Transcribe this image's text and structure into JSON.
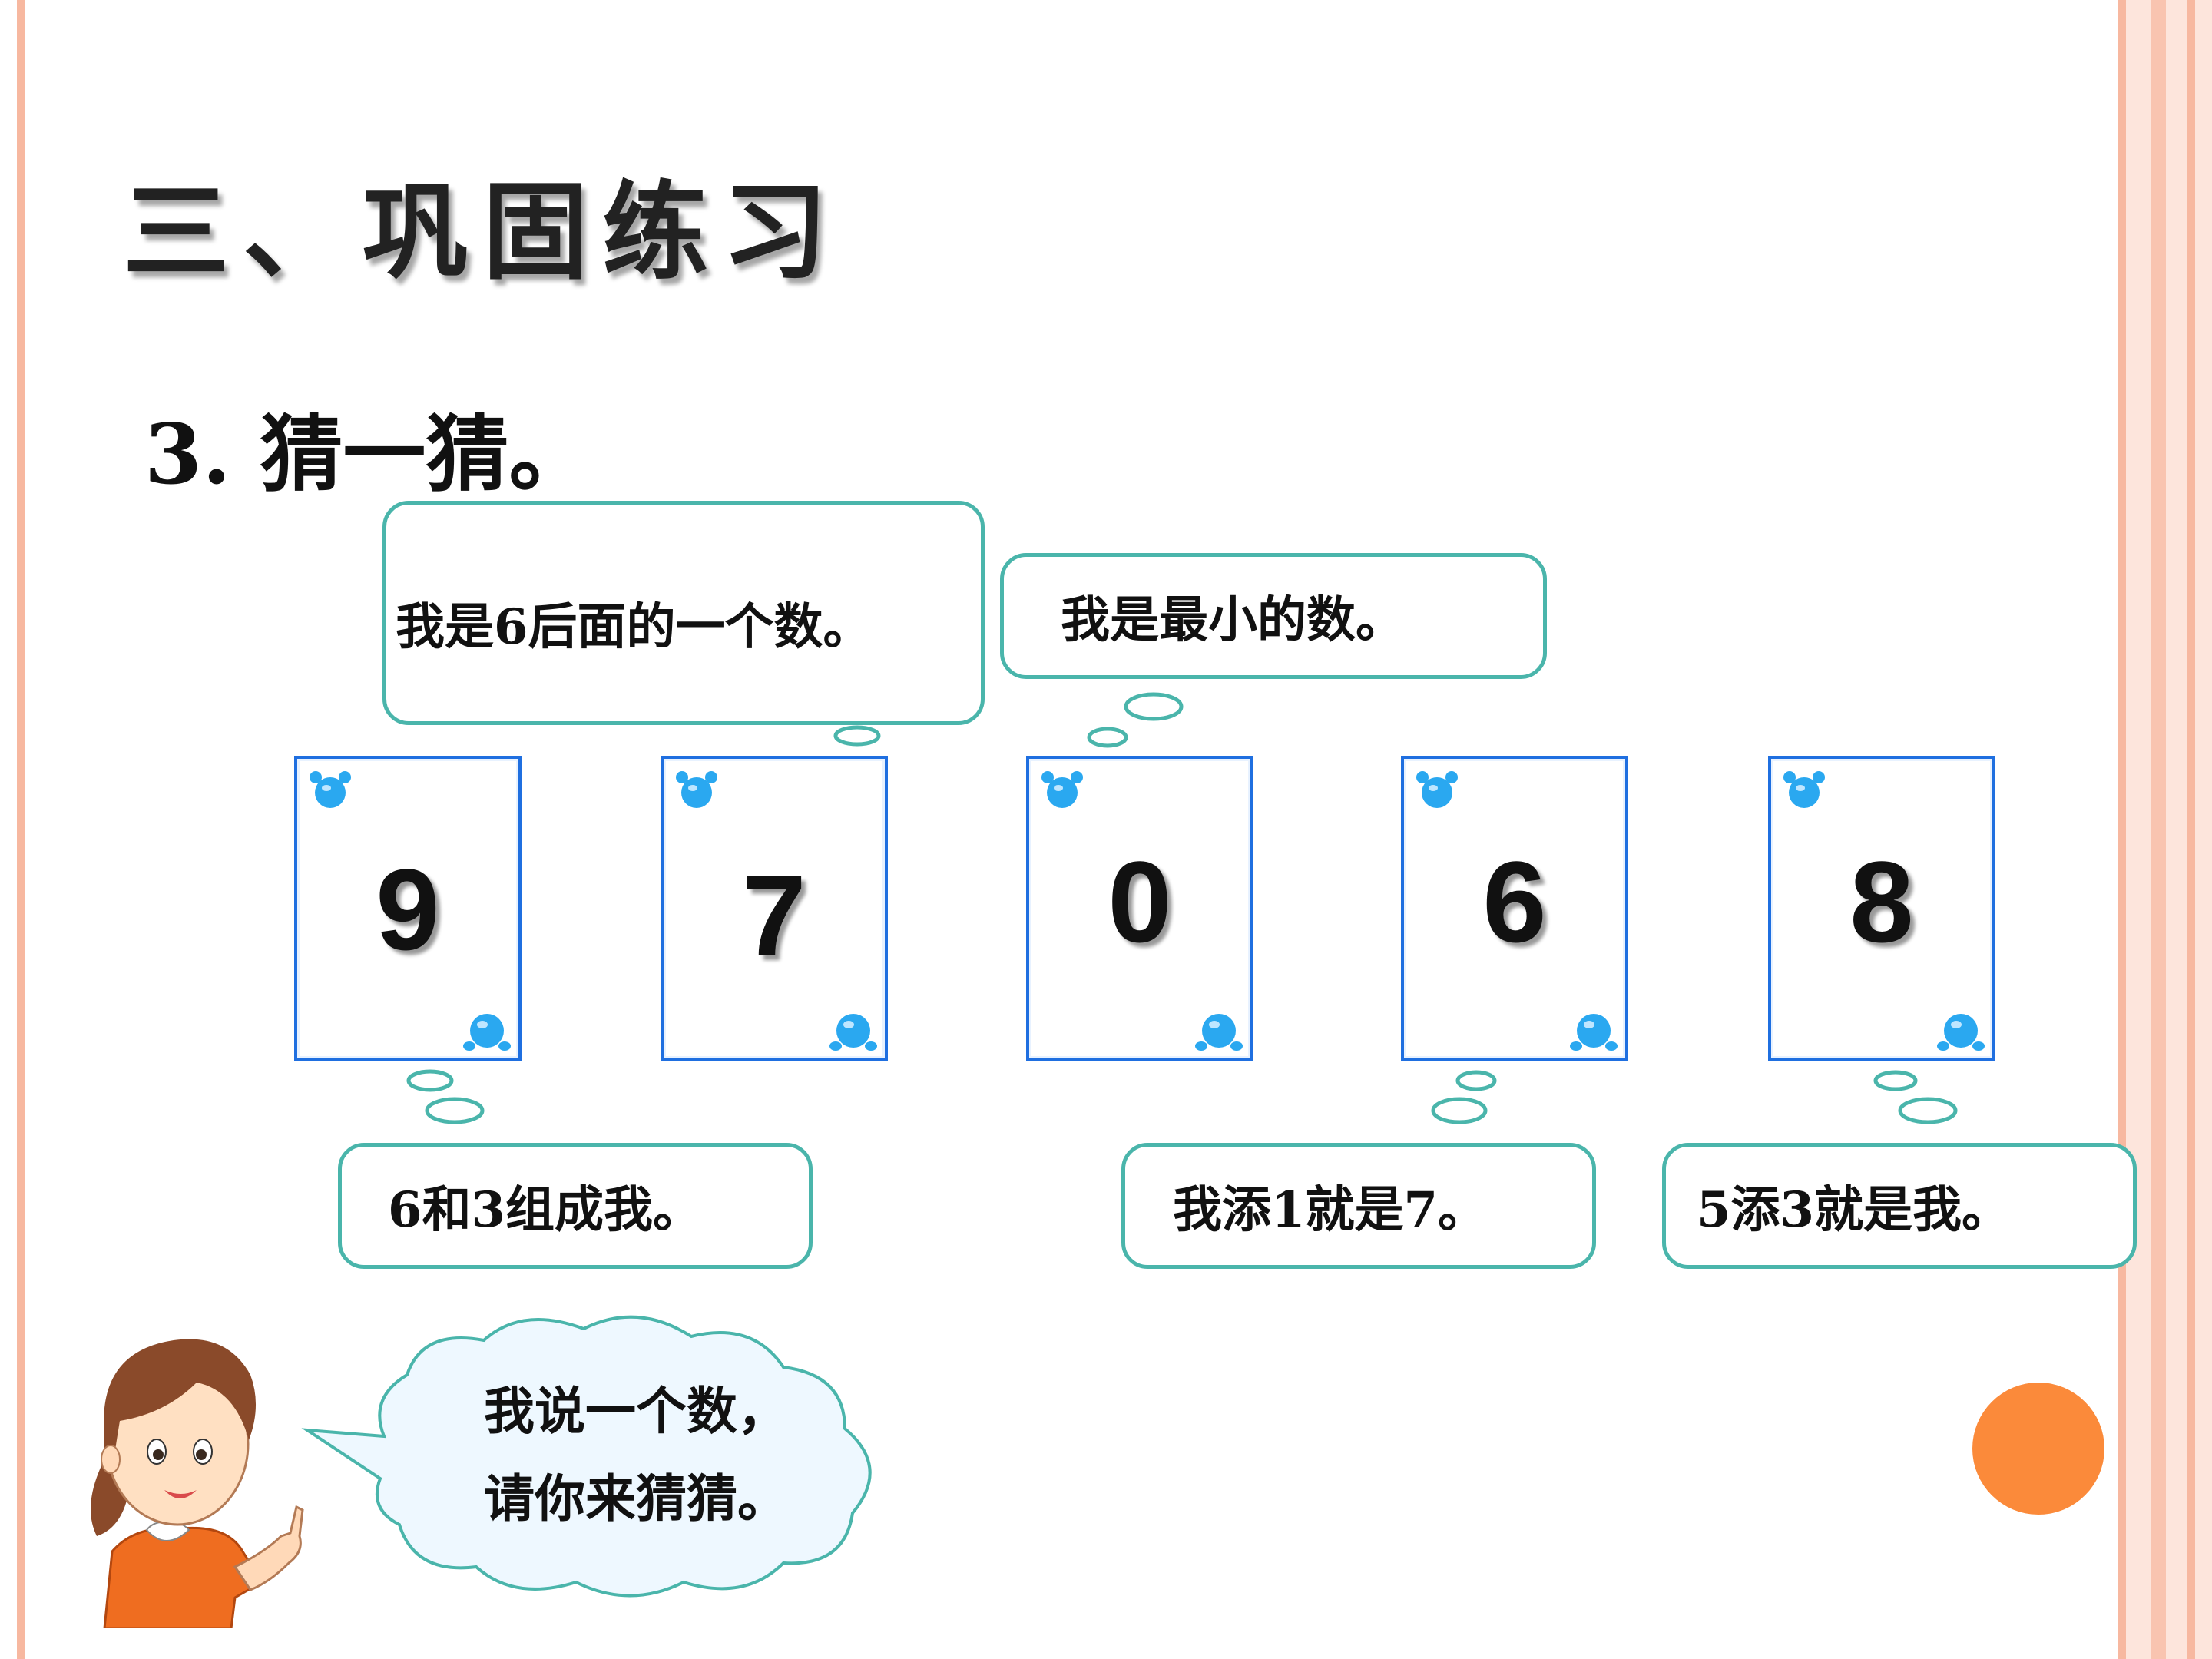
{
  "slide": {
    "title": "三、巩固练习",
    "subtitle": "3. 猜一猜。",
    "clue_bubbles": [
      "我是6后面的一个数。",
      "我是最小的数。",
      "6和3组成我。",
      "我添1就是7。",
      "5添3就是我。"
    ],
    "cards": [
      "9",
      "7",
      "0",
      "6",
      "8"
    ],
    "girl_speech": {
      "line1": "我说一个数，",
      "line2": "请你来猜猜。"
    }
  },
  "colors": {
    "bubble_border": "#4ab5ab",
    "card_border": "#1f6fe0",
    "card_icon": "#2aa8f0",
    "stripe": "#f7b8a0",
    "accent_dot": "#fb8a3a",
    "speech_cloud_fill": "#eef8ff"
  },
  "icons": [
    "blue-bear-icon",
    "blue-cat-icon",
    "girl-illustration",
    "orange-circle"
  ]
}
